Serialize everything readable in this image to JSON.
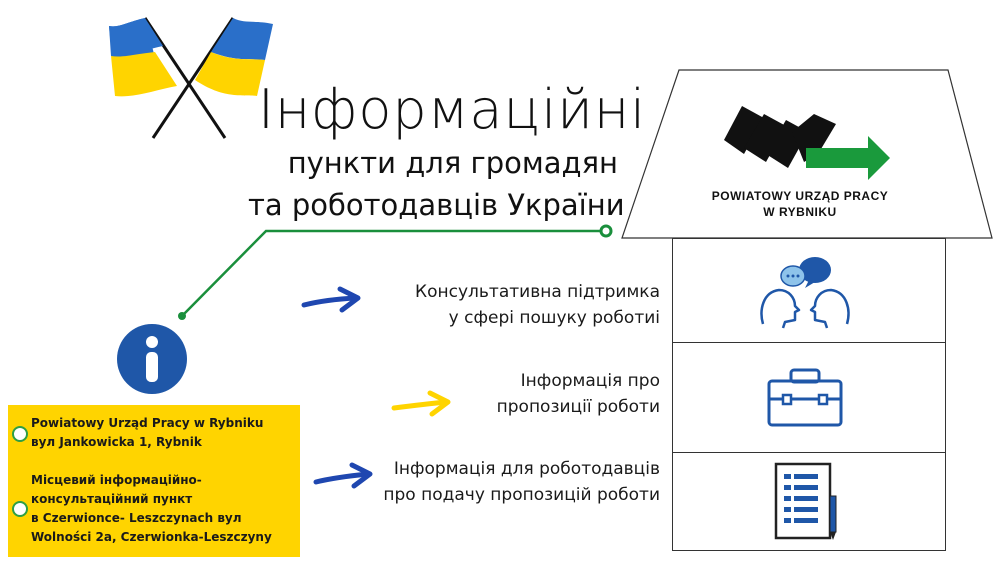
{
  "title": {
    "main": "Інформаційні",
    "line2": "пункти для громадян",
    "line3": "та роботодавців України"
  },
  "logo": {
    "line1": "POWIATOWY URZĄD PRACY",
    "line2": "W RYBNIKU"
  },
  "items": [
    {
      "line1": "Консультативна підтримка",
      "line2": "у  сфері пошуку роботиі",
      "icon": "consultation-icon",
      "arrow_color": "#1f47b0"
    },
    {
      "line1": "Інформація про",
      "line2": "пропозиції роботи",
      "icon": "briefcase-icon",
      "arrow_color": "#ffd400"
    },
    {
      "line1": "Інформація для роботодавців",
      "line2": "про подачу пропозицій роботи",
      "icon": "document-icon",
      "arrow_color": "#1f47b0"
    }
  ],
  "addresses": {
    "a1_line1": "Powiatowy Urząd Pracy w Rybniku",
    "a1_line2": "вул Jankowicka 1, Rybnik",
    "a2_line1": "Місцевий інформаційно-",
    "a2_line2": "консультаційний пункт",
    "a2_line3": "в Czerwionce- Leszczynach вул",
    "a2_line4": "Wolności 2a, Czerwionka-Leszczyny"
  },
  "colors": {
    "ukraine_blue": "#2a6fc9",
    "ukraine_yellow": "#ffd400",
    "accent_green": "#1a8f3c",
    "icon_blue": "#1f57a8"
  }
}
